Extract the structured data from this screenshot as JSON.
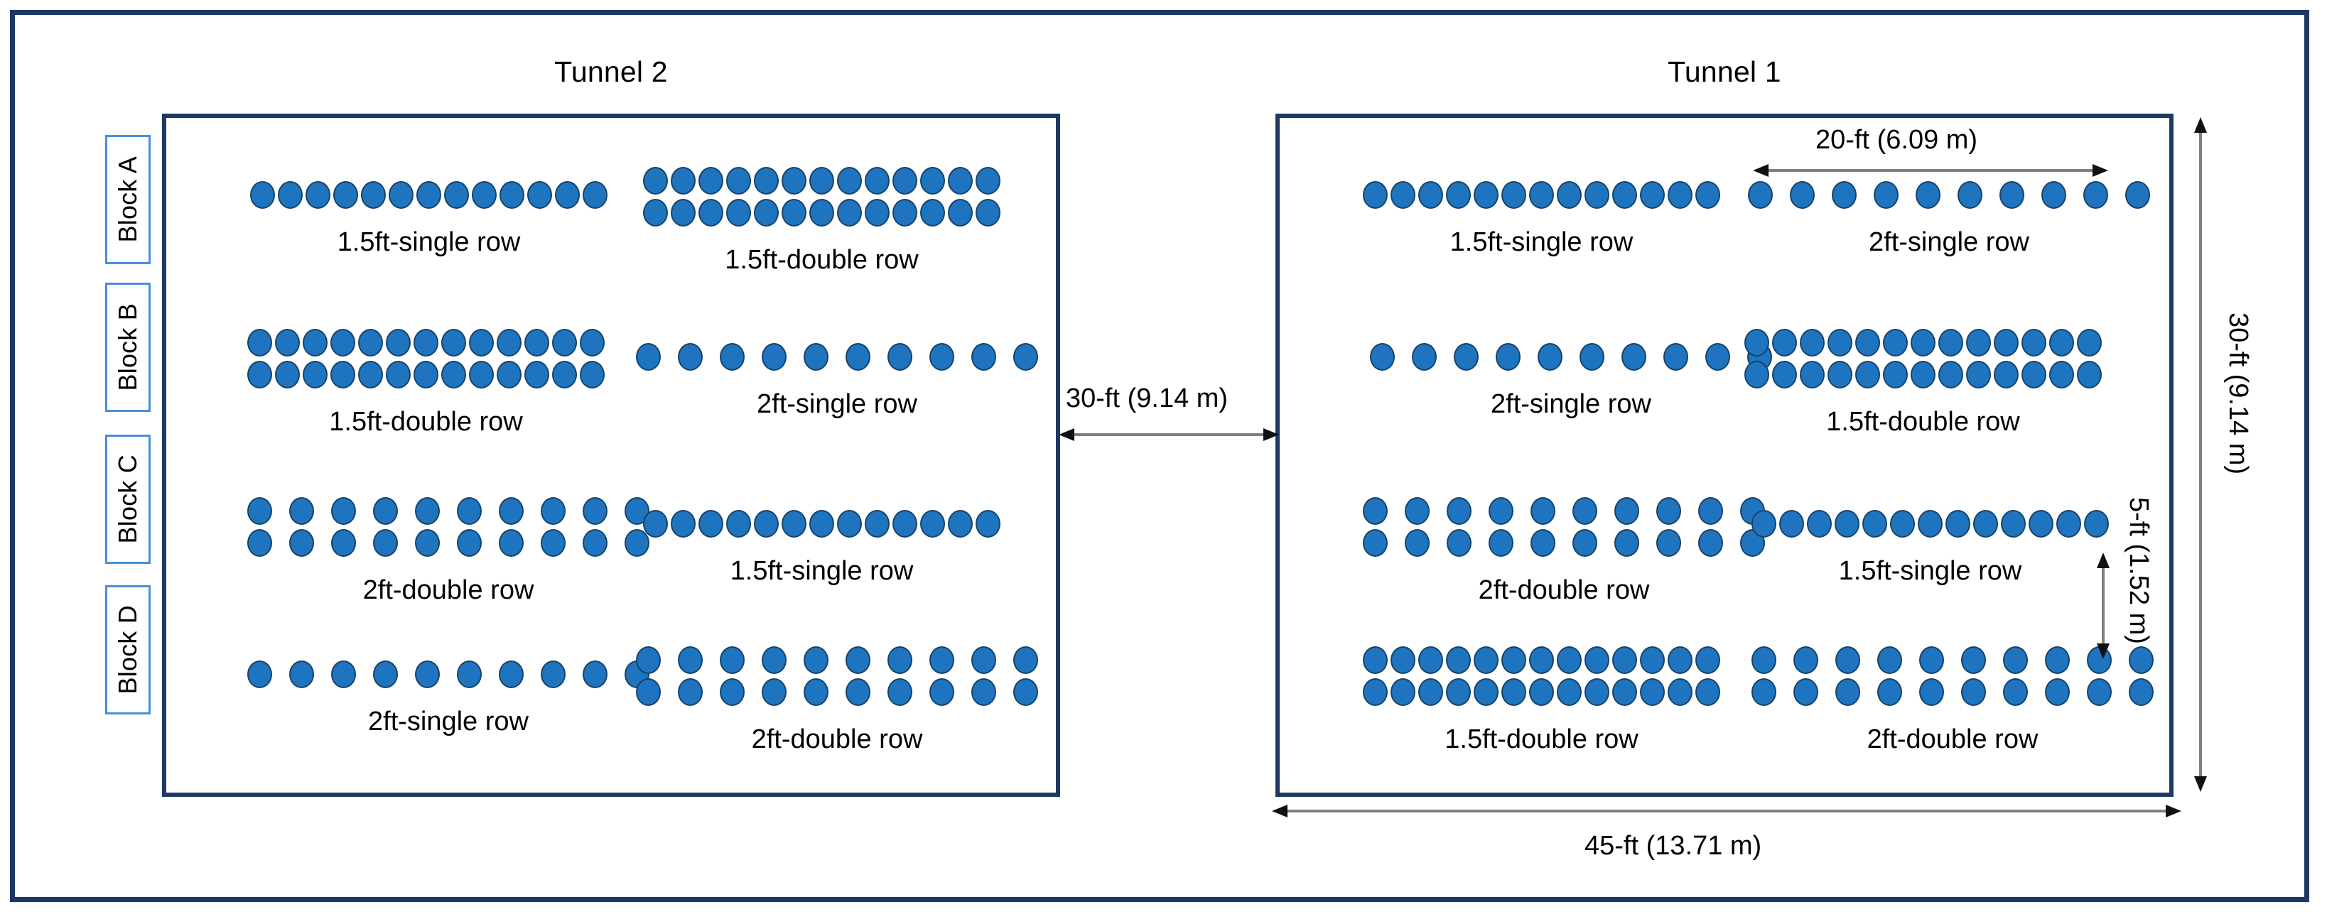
{
  "figure": {
    "tunnels": [
      {
        "id": "tunnel-2",
        "title": "Tunnel 2",
        "blocks": [
          {
            "label": "Block A",
            "plots": [
              {
                "caption": "1.5ft-single row",
                "spacing": "1.5ft",
                "rows": 1,
                "dots_per_row": 13
              },
              {
                "caption": "1.5ft-double row",
                "spacing": "1.5ft",
                "rows": 2,
                "dots_per_row": 13
              }
            ]
          },
          {
            "label": "Block B",
            "plots": [
              {
                "caption": "1.5ft-double row",
                "spacing": "1.5ft",
                "rows": 2,
                "dots_per_row": 13
              },
              {
                "caption": "2ft-single row",
                "spacing": "2ft",
                "rows": 1,
                "dots_per_row": 10
              }
            ]
          },
          {
            "label": "Block C",
            "plots": [
              {
                "caption": "2ft-double row",
                "spacing": "2ft",
                "rows": 2,
                "dots_per_row": 10
              },
              {
                "caption": "1.5ft-single row",
                "spacing": "1.5ft",
                "rows": 1,
                "dots_per_row": 13
              }
            ]
          },
          {
            "label": "Block D",
            "plots": [
              {
                "caption": "2ft-single row",
                "spacing": "2ft",
                "rows": 1,
                "dots_per_row": 10
              },
              {
                "caption": "2ft-double row",
                "spacing": "2ft",
                "rows": 2,
                "dots_per_row": 10
              }
            ]
          }
        ]
      },
      {
        "id": "tunnel-1",
        "title": "Tunnel 1",
        "blocks": [
          {
            "label": "Block A",
            "plots": [
              {
                "caption": "1.5ft-single row",
                "spacing": "1.5ft",
                "rows": 1,
                "dots_per_row": 13
              },
              {
                "caption": "2ft-single row",
                "spacing": "2ft",
                "rows": 1,
                "dots_per_row": 10
              }
            ]
          },
          {
            "label": "Block B",
            "plots": [
              {
                "caption": "2ft-single row",
                "spacing": "2ft",
                "rows": 1,
                "dots_per_row": 10
              },
              {
                "caption": "1.5ft-double row",
                "spacing": "1.5ft",
                "rows": 2,
                "dots_per_row": 13
              }
            ]
          },
          {
            "label": "Block C",
            "plots": [
              {
                "caption": "2ft-double row",
                "spacing": "2ft",
                "rows": 2,
                "dots_per_row": 10
              },
              {
                "caption": "1.5ft-single row",
                "spacing": "1.5ft",
                "rows": 1,
                "dots_per_row": 13
              }
            ]
          },
          {
            "label": "Block D",
            "plots": [
              {
                "caption": "1.5ft-double row",
                "spacing": "1.5ft",
                "rows": 2,
                "dots_per_row": 13
              },
              {
                "caption": "2ft-double row",
                "spacing": "2ft",
                "rows": 2,
                "dots_per_row": 10
              }
            ]
          }
        ]
      }
    ],
    "dimensions": {
      "between_tunnels": "30-ft (9.14 m)",
      "plot_width": "20-ft (6.09 m)",
      "tunnel_height": "30-ft (9.14 m)",
      "block_gap": "5-ft (1.52 m)",
      "tunnel_width": "45-ft (13.71 m)"
    },
    "colors": {
      "frame": "#1F3864",
      "dot_fill": "#1F74BF",
      "dot_stroke": "#16436B",
      "block_label_border": "#4A8FDB",
      "arrow": "#808080",
      "text": "#000000"
    }
  }
}
